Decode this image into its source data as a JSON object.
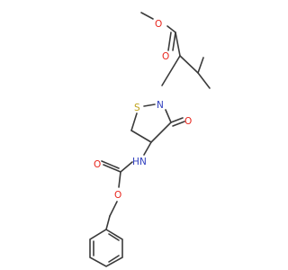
{
  "molecule": {
    "atoms": {
      "O_ester_carbonyl": "O",
      "O_ester_methoxy": "O",
      "S_ring": "S",
      "N_ring": "N",
      "O_ring_carbonyl": "O",
      "N_carbamate": "N",
      "H_carbamate": "H",
      "O_carbamate_carbonyl": "O",
      "O_carbamate_ester": "O"
    },
    "colors": {
      "bond": "#3b3b3b",
      "oxygen": "#e8261d",
      "nitrogen": "#2f3fbf",
      "sulfur": "#bfa21a",
      "background": "#ffffff"
    }
  }
}
